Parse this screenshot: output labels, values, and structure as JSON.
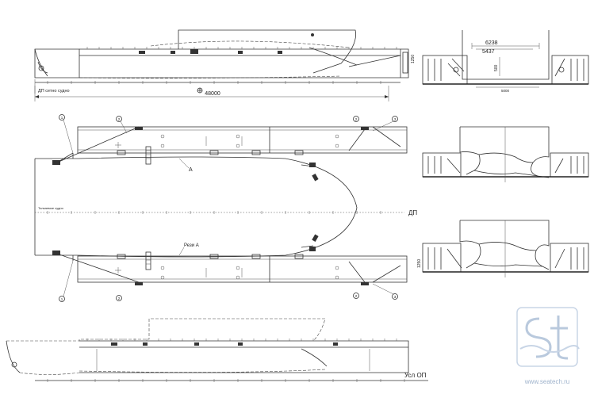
{
  "labels": {
    "overall_length": "48000",
    "dim_6238": "6238",
    "dim_5437": "5437",
    "dim_500": "500",
    "dim_1250": "1250",
    "dim_5000": "5000",
    "bp_label": "ДП сетно судно",
    "pushed_vessel": "Толкаемое судно",
    "centerline": "ДП",
    "detail_a": "A",
    "push_a": "Рези А",
    "base_line": "Усл ОП",
    "callout_1": "1",
    "callout_2": "2",
    "callout_3": "3"
  },
  "watermark": {
    "logo": "st",
    "url": "www.seatech.ru"
  },
  "colors": {
    "line": "#333333",
    "watermark": "#b9c9dd"
  }
}
